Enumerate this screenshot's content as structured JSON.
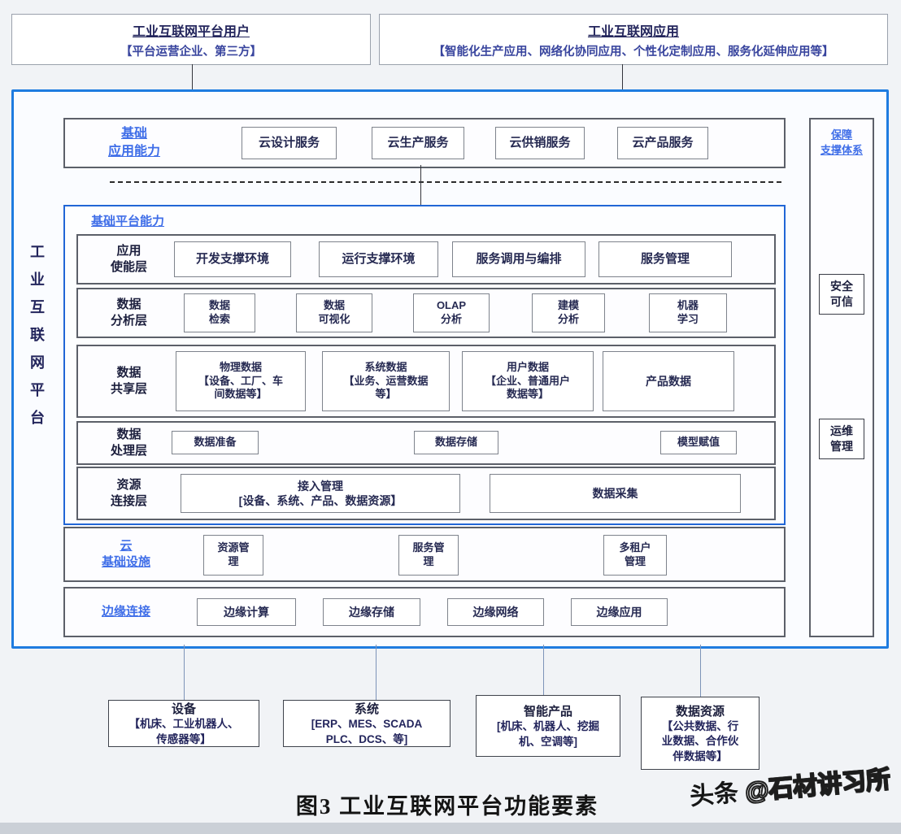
{
  "colors": {
    "frame_blue": "#1e7ce0",
    "label_blue": "#3f6ee8",
    "text_navy": "#23255c"
  },
  "top": {
    "users": {
      "title": "工业互联网平台用户",
      "subtitle": "【平台运营企业、第三方】"
    },
    "apps": {
      "title": "工业互联网应用",
      "subtitle": "【智能化生产应用、网络化协同应用、个性化定制应用、服务化延伸应用等】"
    }
  },
  "platform": {
    "side_label": "工\n业\n互\n联\n网\n平\n台",
    "app_capability": {
      "label": "基础\n应用能力",
      "items": [
        "云设计服务",
        "云生产服务",
        "云供销服务",
        "云产品服务"
      ]
    },
    "base_platform": {
      "title": "基础平台能力",
      "rows": [
        {
          "label": "应用\n使能层",
          "items": [
            "开发支撑环境",
            "运行支撑环境",
            "服务调用与编排",
            "服务管理"
          ]
        },
        {
          "label": "数据\n分析层",
          "items": [
            "数据\n检索",
            "数据\n可视化",
            "OLAP\n分析",
            "建模\n分析",
            "机器\n学习"
          ]
        },
        {
          "label": "数据\n共享层",
          "items": [
            "物理数据\n【设备、工厂、车\n间数据等】",
            "系统数据\n【业务、运营数据\n等】",
            "用户数据\n【企业、普通用户\n数据等】",
            "产品数据"
          ]
        },
        {
          "label": "数据\n处理层",
          "items": [
            "数据准备",
            "数据存储",
            "模型赋值"
          ]
        },
        {
          "label": "资源\n连接层",
          "items": [
            "接入管理\n[设备、系统、产品、数据资源】",
            "数据采集"
          ]
        }
      ]
    },
    "cloud_infra": {
      "label": "云\n基础设施",
      "items": [
        "资源管\n理",
        "服务管\n理",
        "多租户\n管理"
      ]
    },
    "edge": {
      "label": "边缘连接",
      "items": [
        "边缘计算",
        "边缘存储",
        "边缘网络",
        "边缘应用"
      ]
    },
    "support": {
      "title": "保障\n支撑体系",
      "items": [
        "安全\n可信",
        "运维\n管理"
      ]
    }
  },
  "bottom": {
    "boxes": [
      {
        "title": "设备",
        "subtitle": "【机床、工业机器人、\n传感器等】"
      },
      {
        "title": "系统",
        "subtitle": "[ERP、MES、SCADA\nPLC、DCS、等]"
      },
      {
        "title": "智能产品",
        "subtitle": "[机床、机器人、挖掘\n机、空调等]"
      },
      {
        "title": "数据资源",
        "subtitle": "【公共数据、行\n业数据、合作伙\n伴数据等】"
      }
    ]
  },
  "caption": "图3  工业互联网平台功能要素",
  "watermark": {
    "prefix": "头条",
    "handle": "@石材讲习所"
  }
}
